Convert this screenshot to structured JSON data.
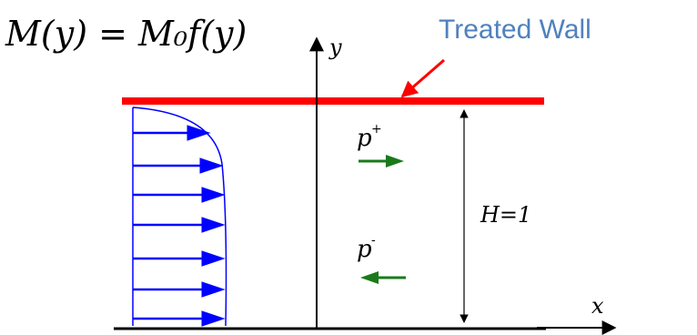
{
  "equation": "M(y) = M₀f(y)",
  "wall_label": "Treated Wall",
  "y_axis_label": "y",
  "x_axis_label": "x",
  "height_label": "H=1",
  "wave_plus": {
    "symbol": "p",
    "superscript": "+"
  },
  "wave_minus": {
    "symbol": "p",
    "superscript": "-"
  },
  "colors": {
    "wall": "#ff0000",
    "wall_label": "#4f81bd",
    "profile": "#0000ff",
    "wave_arrows": "#1a7a1a",
    "axes": "#000000"
  }
}
